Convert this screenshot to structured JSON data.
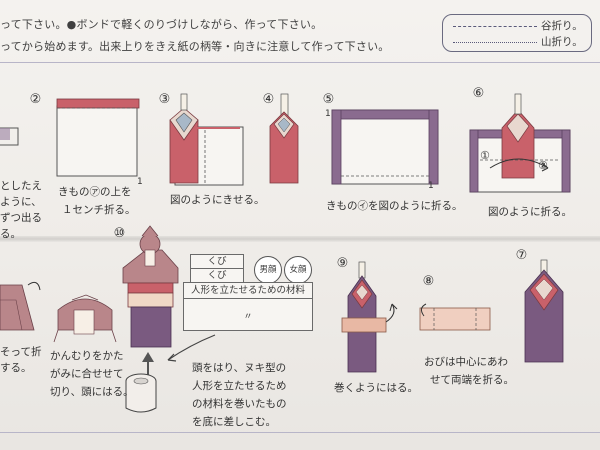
{
  "header": {
    "line1": "って下さい。●ボンドで軽くのりづけしながら、作って下さい。",
    "line2": "ってから始めます。出来上りをきえ紙の柄等・向きに注意して作って下さい。"
  },
  "legend": {
    "valley": "谷折り。",
    "mountain": "山折り。"
  },
  "steps": {
    "n2": "②",
    "n3": "③",
    "n4": "④",
    "n5": "⑤",
    "n6": "⑥",
    "n7": "⑦",
    "n8": "⑧",
    "n9": "⑨",
    "n10": "⑩"
  },
  "captions": {
    "step2_a": "きもの㋐の上を",
    "step2_b": "１センチ折る。",
    "step3": "図のようにきせる。",
    "step5": "きもの㋑を図のように折る。",
    "step6": "図のように折る。",
    "left_top_a": "としたえ",
    "left_top_b": "ように、",
    "left_top_c": "ずつ出る",
    "left_top_d": "る。",
    "left_bot_a": "そって折",
    "left_bot_b": "する。",
    "kanmuri_a": "かんむりをかた",
    "kanmuri_b": "がみに合せせて",
    "kanmuri_c": "切り、頭にはる。",
    "step10_a": "頭をはり、ヌキ型の",
    "step10_b": "人形を立たせるため",
    "step10_c": "の材料を巻いたもの",
    "step10_d": "を底に差しこむ。",
    "step9": "巻くようにはる。",
    "step8_a": "おびは中心にあわ",
    "step8_b": "せて両端を折る。"
  },
  "material": {
    "kubi1": "くび",
    "kubi2": "くび",
    "male_face": "男顔",
    "female_face": "女顔",
    "title": "人形を立たせるための材料",
    "note": "〃"
  },
  "markers": {
    "circle1": "①",
    "circle2": "②",
    "num1a": "1",
    "num1b": "1",
    "num1c": "1"
  },
  "colors": {
    "pink": "#c9616a",
    "purple": "#8a6b8f",
    "paper": "#f4f2ef"
  }
}
